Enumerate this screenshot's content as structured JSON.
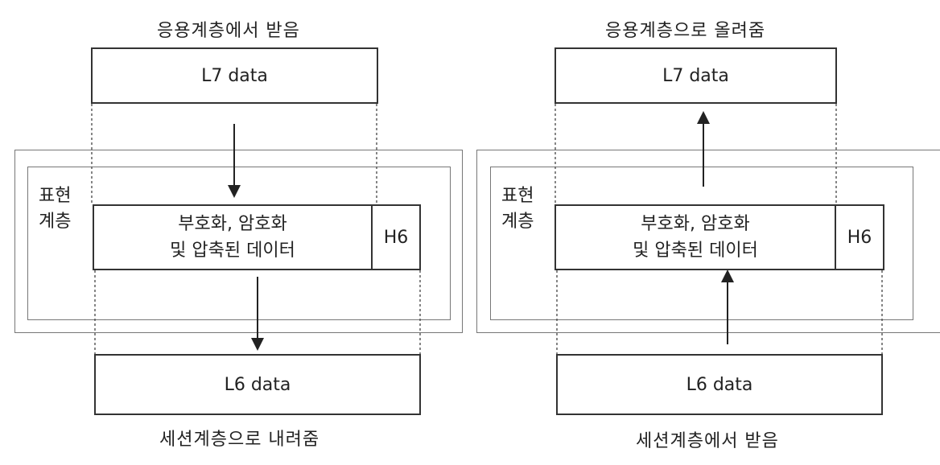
{
  "left": {
    "top_caption": "응용계층에서 받음",
    "upper_box": "L7 data",
    "layer_label_line1": "표현",
    "layer_label_line2": "계층",
    "mid_box": "부호화, 암호화\n및 압축된 데이터",
    "header_box": "H6",
    "lower_box": "L6 data",
    "bottom_caption": "세션계층으로 내려줌"
  },
  "right": {
    "top_caption": "응용계층으로 올려줌",
    "upper_box": "L7 data",
    "layer_label_line1": "표현",
    "layer_label_line2": "계층",
    "mid_box": "부호화, 암호화\n및 압축된 데이터",
    "header_box": "H6",
    "lower_box": "L6 data",
    "bottom_caption": "세션계층에서 받음"
  }
}
